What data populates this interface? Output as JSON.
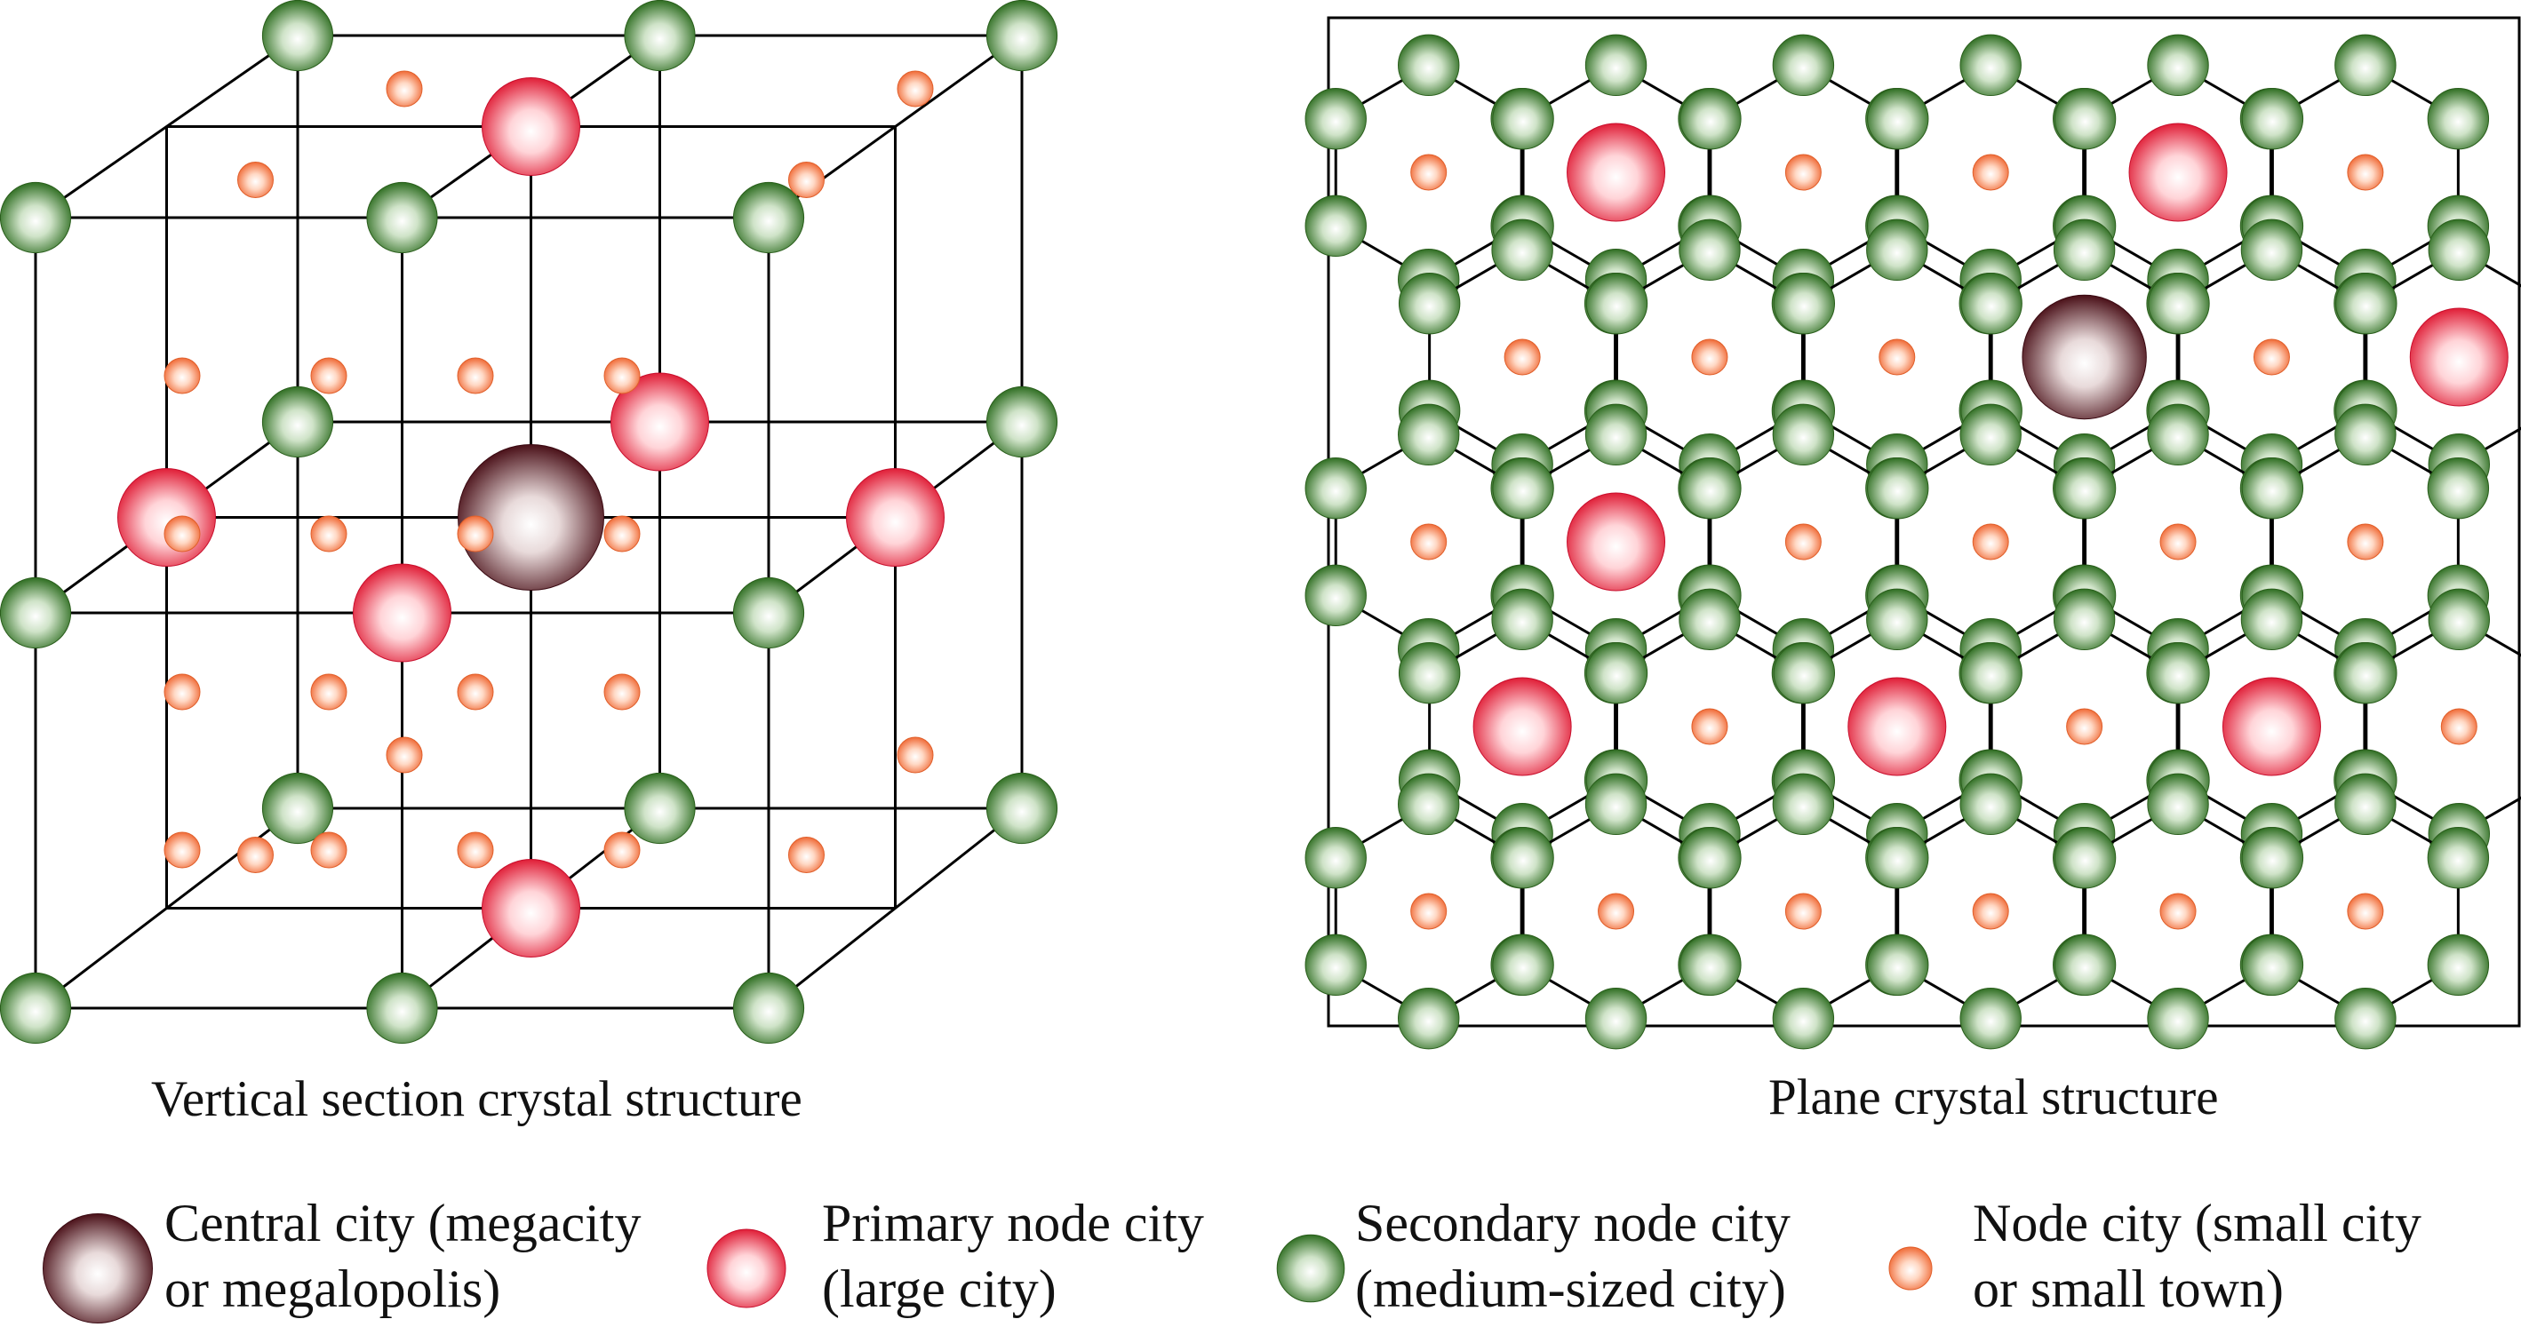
{
  "captions": {
    "left": "Vertical section crystal structure",
    "right": "Plane crystal structure"
  },
  "legend": [
    {
      "key": "central",
      "line1": "Central city (megacity",
      "line2": "or megalopolis)",
      "color": "#5a1a24"
    },
    {
      "key": "primary",
      "line1": "Primary node city",
      "line2": " (large city)",
      "color": "#e01e37"
    },
    {
      "key": "secondary",
      "line1": "Secondary node city",
      "line2": " (medium-sized city)",
      "color": "#3a7d2a"
    },
    {
      "key": "node",
      "line1": "Node city (small city",
      "line2": "or small town)",
      "color": "#f07040"
    }
  ],
  "colors": {
    "central": "#5a1a24",
    "primary": "#e01e37",
    "secondary": "#3a7d2a",
    "node": "#f07040",
    "line": "#000000"
  }
}
